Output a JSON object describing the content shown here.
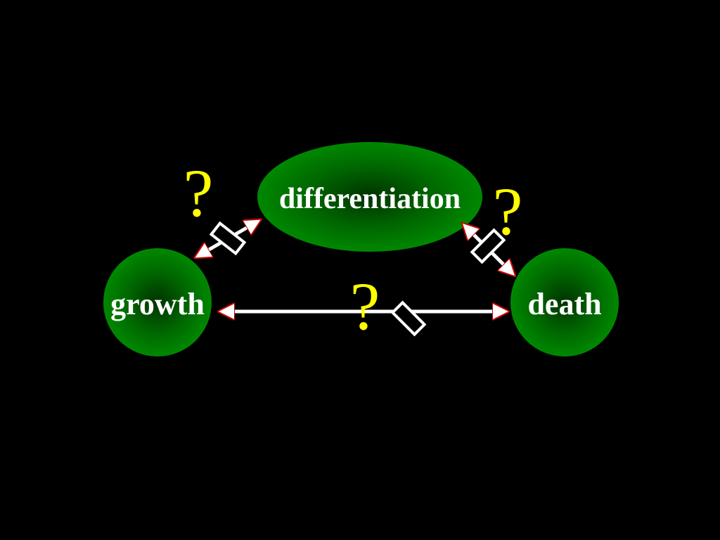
{
  "diagram": {
    "background_color": "#000000",
    "node_color": "#008800",
    "node_shadow_color": "#003300",
    "label_color": "#ffffff",
    "question_color": "#ffff00",
    "arrow_color": "#ffffff",
    "arrow_outline_color": "#cc0000",
    "nodes": {
      "differentiation": {
        "label": "differentiation"
      },
      "growth": {
        "label": "growth"
      },
      "death": {
        "label": "death"
      }
    },
    "questions": {
      "growth_differentiation": "?",
      "differentiation_death": "?",
      "growth_death": "?"
    },
    "edges": [
      {
        "from": "growth",
        "to": "differentiation",
        "bidirectional": true,
        "blocked": true
      },
      {
        "from": "differentiation",
        "to": "death",
        "bidirectional": true,
        "blocked": true
      },
      {
        "from": "growth",
        "to": "death",
        "bidirectional": true,
        "blocked": true
      }
    ]
  }
}
